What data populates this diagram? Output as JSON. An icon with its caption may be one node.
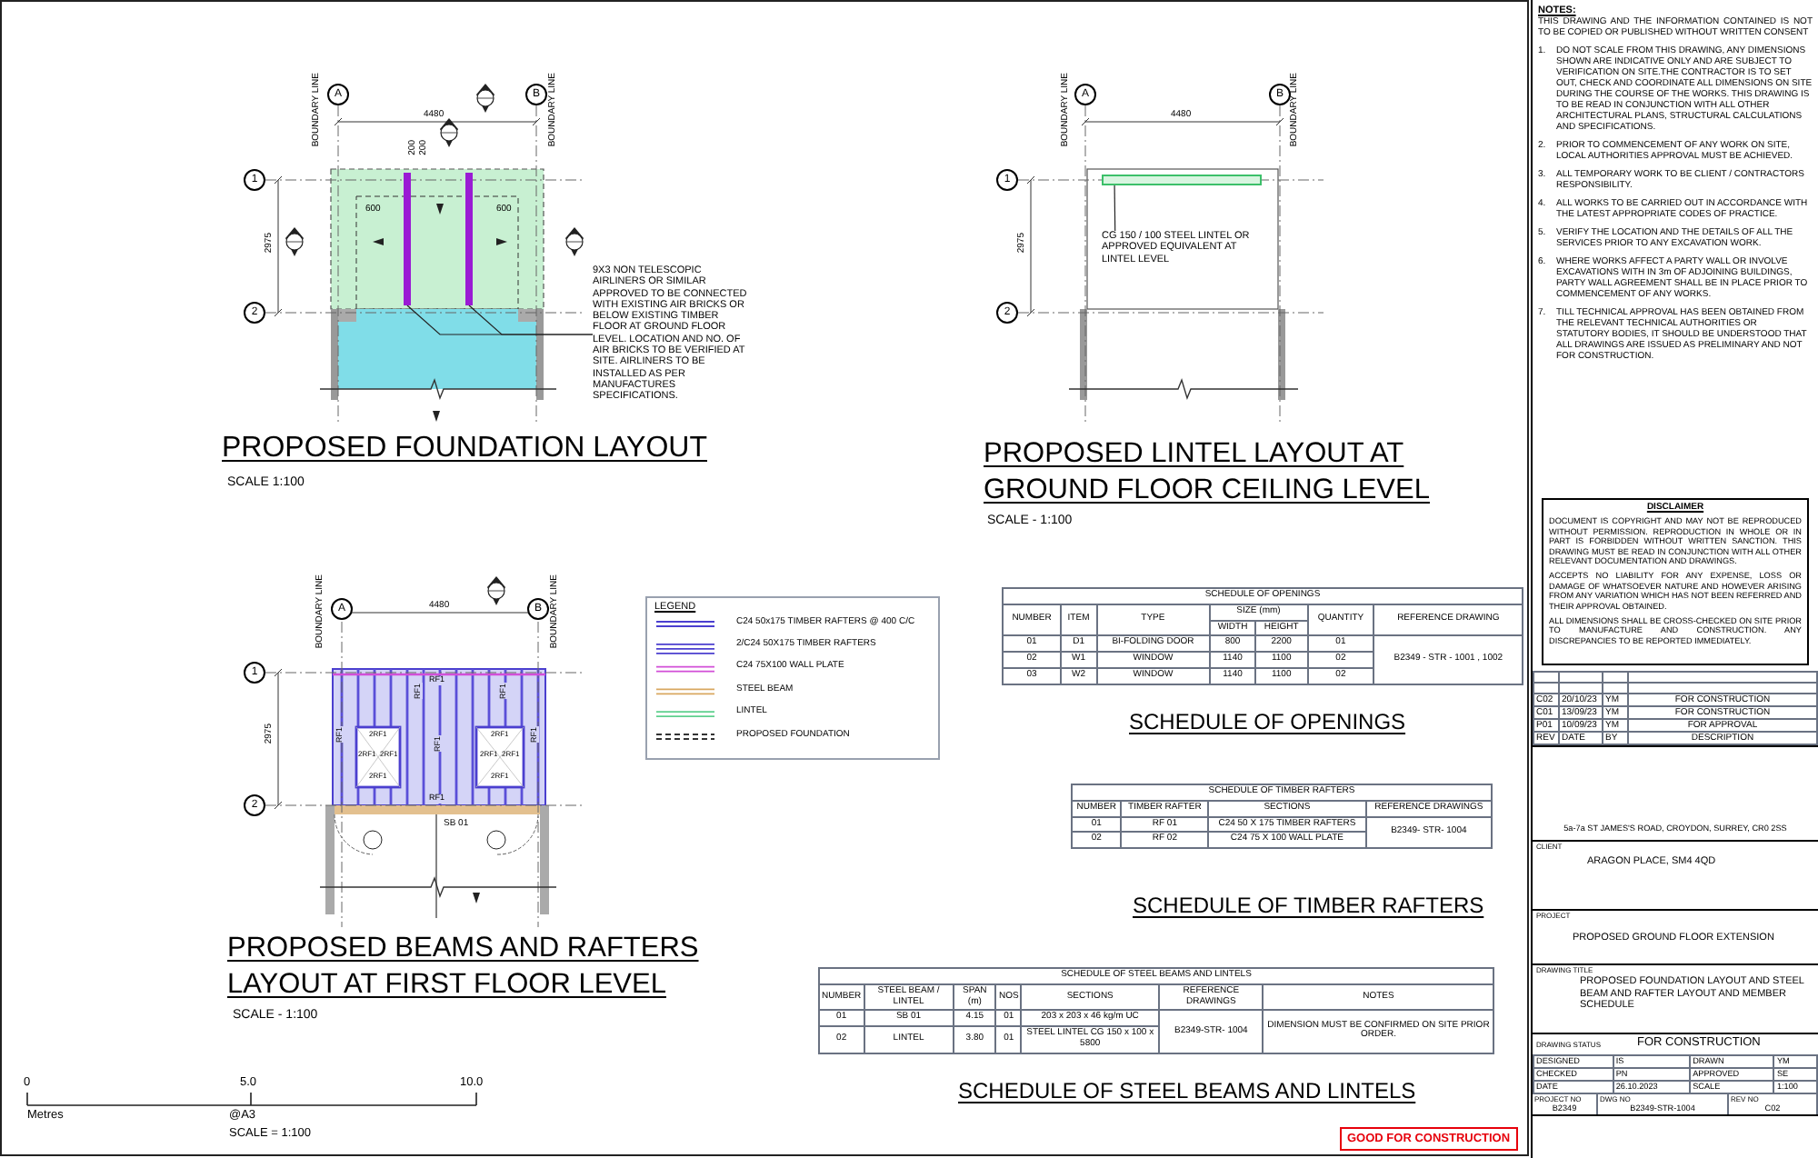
{
  "diagram": {
    "nodes": [
      {
        "text": [
          "9X3 NON TELESCOPIC AIRLINERS OR SIMILAR APPROVED TO BE CONNECTED WITH EXISTING AIR BRICKS OR BELOW EXISTING TIMBER FLOOR AT GROUND FLOOR LEVEL. LOCATION AND NO. OF AIR BRICKS TO BE VERIFIED AT SITE. AIRLINERS TO BE INSTALLED AS PER MANUFACTURES SPECIFICATIONS."
        ]
      },
      {
        "text": [],
        "shape": "bar"
      },
      {
        "text": [],
        "shape": "bar"
      },
      {
        "text": [
          "CG 150 / 100 STEEL LINTEL OR APPROVED EQUIVALENT AT LINTEL LEVEL"
        ]
      },
      {
        "text": [],
        "shape": "bar"
      }
    ],
    "edges": [
      {
        "from": 0,
        "to": 1,
        "arrow": "none"
      },
      {
        "from": 0,
        "to": 2,
        "arrow": "none"
      },
      {
        "from": 3,
        "to": 4,
        "arrow": "none"
      }
    ],
    "labels": [
      "A",
      "B",
      "BOUNDARY LINE",
      "BOUNDARY LINE",
      "4480",
      "200",
      "200",
      "1",
      "600",
      "600",
      "2975",
      "2",
      "PROPOSED FOUNDATION LAYOUT",
      "SCALE 1:100",
      "A",
      "B",
      "BOUNDARY LINE",
      "BOUNDARY LINE",
      "4480",
      "1",
      "2975",
      "2",
      "PROPOSED LINTEL LAYOUT AT GROUND FLOOR CEILING LEVEL",
      "SCALE - 1:100",
      "A",
      "B",
      "BOUNDARY LINE",
      "BOUNDARY LINE",
      "4480",
      "1",
      "RF1",
      "RF1",
      "RF1",
      "RF1",
      "RF1",
      "RF1",
      "2RF1",
      "2RF1",
      "2RF1",
      "2RF1",
      "2RF1",
      "2RF1",
      "2RF1",
      "2RF1",
      "RF1",
      "2975",
      "2",
      "SB 01",
      "PROPOSED BEAMS AND RAFTERS LAYOUT AT FIRST FLOOR LEVEL",
      "SCALE - 1:100",
      "LEGEND",
      "SCHEDULE OF OPENINGS",
      "NUMBER",
      "ITEM",
      "TYPE",
      "SIZE (mm)",
      "QUANTITY",
      "REFERENCE DRAWING",
      "WIDTH",
      "HEIGHT",
      "01",
      "D1",
      "BI-FOLDING DOOR",
      "800",
      "2200",
      "01",
      "02",
      "W1",
      "WINDOW",
      "1140",
      "1100",
      "02",
      "B2349 - STR - 1001 , 1002",
      "03",
      "W2",
      "WINDOW",
      "1140",
      "1100",
      "02",
      "SCHEDULE OF OPENINGS",
      "SCHEDULE OF TIMBER RAFTERS",
      "NUMBER",
      "TIMBER RAFTER",
      "SECTIONS",
      "REFERENCE DRAWINGS",
      "01",
      "RF 01",
      "C24 50 X 175 TIMBER RAFTERS",
      "B2349- STR- 1004",
      "02",
      "RF 02",
      "C24 75 X 100 WALL PLATE",
      "SCHEDULE OF TIMBER RAFTERS",
      "SCHEDULE OF STEEL BEAMS AND LINTELS",
      "NUMBER",
      "STEEL BEAM / LINTEL",
      "SPAN (m)",
      "NOS",
      "SECTIONS",
      "REFERENCE DRAWINGS",
      "NOTES",
      "01",
      "SB 01",
      "4.15",
      "01",
      "203 x 203 x 46 kg/m UC",
      "B2349-STR- 1004",
      "DIMENSION MUST BE CONFIRMED ON SITE PRIOR ORDER.",
      "02",
      "LINTEL",
      "3.80",
      "01",
      "STEEL LINTEL CG 150 x 100 x 5800",
      "SCHEDULE OF STEEL BEAMS AND LINTELS",
      "0",
      "5.0",
      "10.0",
      "Metres",
      "@A3",
      "SCALE = 1:100",
      "GOOD FOR CONSTRUCTION",
      "NOTES:",
      "THIS DRAWING AND THE INFORMATION CONTAINED IS NOT TO BE COPIED OR PUBLISHED WITHOUT WRITTEN CONSENT",
      "1.",
      "DO NOT SCALE FROM THIS DRAWING, ANY DIMENSIONS SHOWN ARE INDICATIVE ONLY AND ARE SUBJECT TO VERIFICATION ON SITE.THE CONTRACTOR IS TO SET OUT, CHECK AND COORDINATE ALL DIMENSIONS ON SITE DURING THE COURSE OF THE WORKS. THIS DRAWING IS TO BE READ IN CONJUNCTION WITH ALL OTHER ARCHITECTURAL PLANS, STRUCTURAL CALCULATIONS AND SPECIFICATIONS.",
      "2.",
      "PRIOR TO COMMENCEMENT OF ANY WORK ON SITE, LOCAL AUTHORITIES APPROVAL MUST BE ACHIEVED.",
      "3.",
      "ALL TEMPORARY WORK TO BE CLIENT / CONTRACTORS RESPONSIBILITY.",
      "4.",
      "ALL WORKS TO BE CARRIED OUT IN ACCORDANCE WITH THE LATEST APPROPRIATE CODES OF PRACTICE.",
      "5.",
      "VERIFY THE LOCATION AND THE DETAILS OF ALL THE SERVICES PRIOR TO ANY EXCAVATION WORK.",
      "6.",
      "WHERE WORKS AFFECT A PARTY WALL OR INVOLVE EXCAVATIONS WITH IN 3m OF ADJOINING BUILDINGS, PARTY WALL AGREEMENT SHALL BE IN PLACE PRIOR TO COMMENCEMENT OF ANY WORKS.",
      "7.",
      "TILL TECHNICAL APPROVAL HAS BEEN OBTAINED FROM THE RELEVANT TECHNICAL AUTHORITIES OR STATUTORY BODIES, IT SHOULD BE UNDERSTOOD THAT ALL DRAWINGS ARE ISSUED AS PRELIMINARY AND NOT FOR CONSTRUCTION.",
      "DISCLAIMER",
      "DOCUMENT IS COPYRIGHT AND MAY NOT BE REPRODUCED WITHOUT PERMISSION. REPRODUCTION IN WHOLE OR IN PART IS FORBIDDEN WITHOUT WRITTEN SANCTION. THIS DRAWING MUST BE READ IN CONJUNCTION WITH ALL OTHER RELEVANT DOCUMENTATION AND DRAWINGS.",
      "ACCEPTS NO LIABILITY FOR ANY EXPENSE, LOSS OR DAMAGE OF WHATSOEVER NATURE AND HOWEVER ARISING FROM ANY VARIATION WHICH HAS NOT BEEN REFERRED AND THEIR APPROVAL OBTAINED.",
      "ALL DIMENSIONS SHALL BE CROSS-CHECKED ON SITE PRIOR TO MANUFACTURE AND CONSTRUCTION. ANY DISCREPANCIES TO BE REPORTED IMMEDIATELY.",
      "C02",
      "20/10/23",
      "YM",
      "FOR CONSTRUCTION",
      "C01",
      "13/09/23",
      "YM",
      "FOR CONSTRUCTION",
      "P01",
      "10/09/23",
      "YM",
      "FOR APPROVAL",
      "REV",
      "DATE",
      "BY",
      "DESCRIPTION",
      "5a-7a ST JAMES'S ROAD, CROYDON, SURREY, CR0 2SS",
      "CLIENT",
      "ARAGON PLACE, SM4 4QD",
      "PROJECT",
      "PROPOSED GROUND FLOOR EXTENSION",
      "DRAWING TITLE",
      "PROPOSED FOUNDATION LAYOUT AND STEEL BEAM AND RAFTER LAYOUT AND MEMBER SCHEDULE",
      "DRAWING STATUS",
      "FOR CONSTRUCTION",
      "DESIGNED",
      "IS",
      "DRAWN",
      "YM",
      "CHECKED",
      "PN",
      "APPROVED",
      "SE",
      "DATE",
      "26.10.2023",
      "SCALE",
      "1:100",
      "PROJECT NO",
      "B2349",
      "DWG NO",
      "B2349-STR-1004",
      "REV NO",
      "C02"
    ],
    "legend": [
      {
        "text": "C24 50x175 TIMBER RAFTERS @ 400 C/C"
      },
      {
        "text": "2/C24 50X175 TIMBER RAFTERS"
      },
      {
        "text": "C24 75X100 WALL PLATE"
      },
      {
        "text": "STEEL BEAM"
      },
      {
        "text": "LINTEL"
      },
      {
        "text": "PROPOSED FOUNDATION"
      }
    ]
  }
}
